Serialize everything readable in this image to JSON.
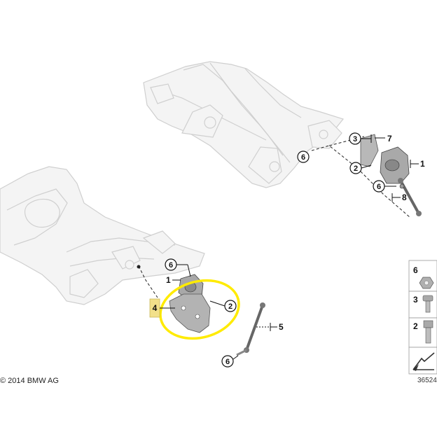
{
  "diagram": {
    "rear_callouts": {
      "c3": "3",
      "c7": "7",
      "c6_top": "6",
      "c2": "2",
      "c1": "1",
      "c6_mid": "6",
      "c8": "8"
    },
    "front_callouts": {
      "c6": "6",
      "c1": "1",
      "c4": "4",
      "c2": "2",
      "c5": "5",
      "c6_bottom": "6"
    },
    "legend": {
      "items": [
        {
          "number": "6",
          "part": "nut-icon"
        },
        {
          "number": "3",
          "part": "screw-icon"
        },
        {
          "number": "2",
          "part": "bolt-icon"
        }
      ]
    },
    "copyright": "© 2014 BMW AG",
    "drawing_number": "36524"
  },
  "colors": {
    "highlight": "#ffeb00",
    "callout_4_fill": "#f2e08a",
    "frame_stroke": "#d2d2d2",
    "frame_fill": "#f4f4f4",
    "part_fill": "#b8b8b8"
  }
}
